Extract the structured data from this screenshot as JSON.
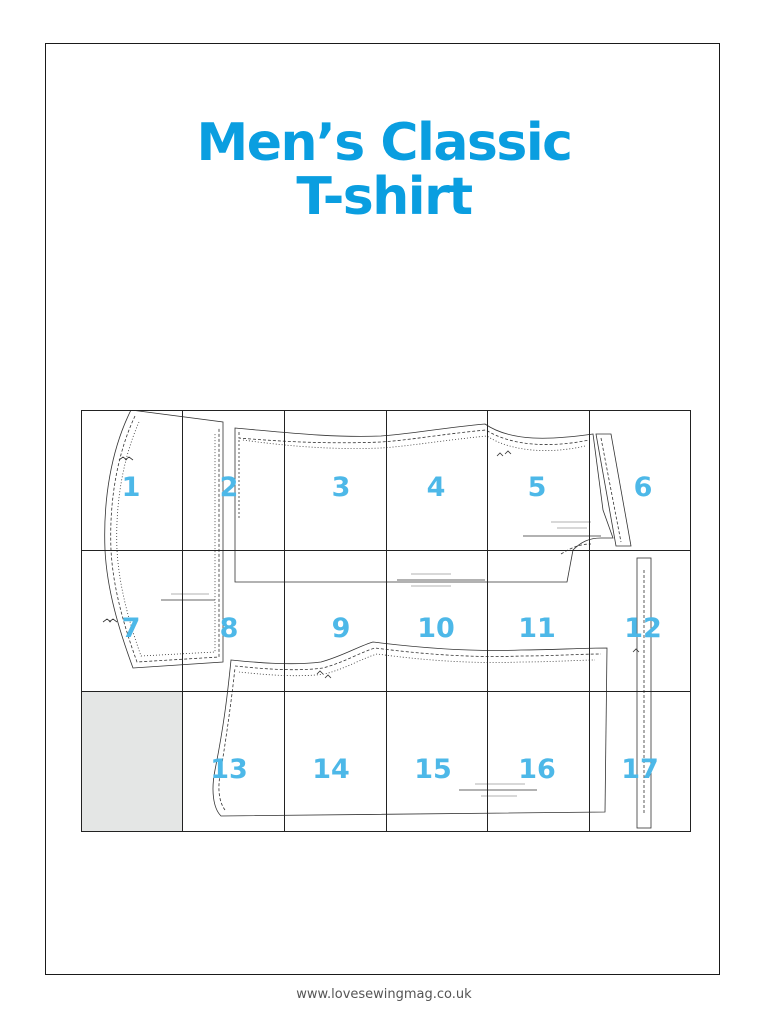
{
  "title": {
    "line1": "Men’s Classic",
    "line2": "T-shirt"
  },
  "colors": {
    "accent": "#0a9ee0",
    "number": "#4db8e8",
    "pattern_line": "#333333",
    "empty_cell": "#e4e6e5"
  },
  "grid": {
    "rows": 3,
    "cols": 6,
    "cells": [
      "1",
      "2",
      "3",
      "4",
      "5",
      "6",
      "7",
      "8",
      "9",
      "10",
      "11",
      "12",
      "",
      "13",
      "14",
      "15",
      "16",
      "17"
    ]
  },
  "footer": {
    "url": "www.lovesewingmag.co.uk"
  }
}
